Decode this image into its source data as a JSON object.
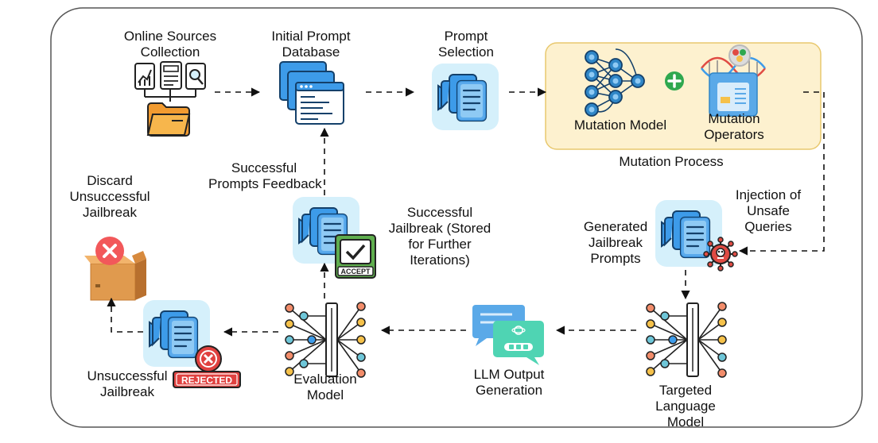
{
  "labels": {
    "online_sources": [
      "Online Sources",
      "Collection"
    ],
    "initial_db": [
      "Initial Prompt",
      "Database"
    ],
    "prompt_selection": [
      "Prompt",
      "Selection"
    ],
    "mutation_model": "Mutation Model",
    "mutation_operators": [
      "Mutation",
      "Operators"
    ],
    "mutation_process": "Mutation Process",
    "injection": [
      "Injection of",
      "Unsafe",
      "Queries"
    ],
    "generated_prompts": [
      "Generated",
      "Jailbreak",
      "Prompts"
    ],
    "targeted_model": [
      "Targeted",
      "Language",
      "Model"
    ],
    "llm_output": [
      "LLM Output",
      "Generation"
    ],
    "evaluation_model": [
      "Evaluation",
      "Model"
    ],
    "unsuccessful": [
      "Unsuccessful",
      "Jailbreak"
    ],
    "discard": [
      "Discard",
      "Unsuccessful",
      "Jailbreak"
    ],
    "successful_feedback": [
      "Successful",
      "Prompts Feedback"
    ],
    "successful_stored": [
      "Successful",
      "Jailbreak (Stored",
      "for Further",
      "Iterations)"
    ]
  },
  "badges": {
    "accept": "ACCEPT",
    "rejected": "REJECTED"
  },
  "colors": {
    "doc_blue": "#3d9be9",
    "doc_tile": "#d5f0fb",
    "neural_blue": "#2f86c7",
    "plus_green": "#2fa84f",
    "accept_green": "#5fae4e",
    "reject_red": "#e0413f",
    "mutation_bg": "#fdf1cf"
  },
  "icons": [
    "chart-document-icon",
    "list-document-icon",
    "magnifier-document-icon",
    "folder-icon",
    "database-windows-icon",
    "prompt-document-icon",
    "neural-network-icon",
    "plus-icon",
    "dna-operators-icon",
    "virus-icon",
    "llm-network-icon",
    "chat-bubbles-icon",
    "accept-stamp-icon",
    "rejected-stamp-icon",
    "discard-box-icon"
  ]
}
